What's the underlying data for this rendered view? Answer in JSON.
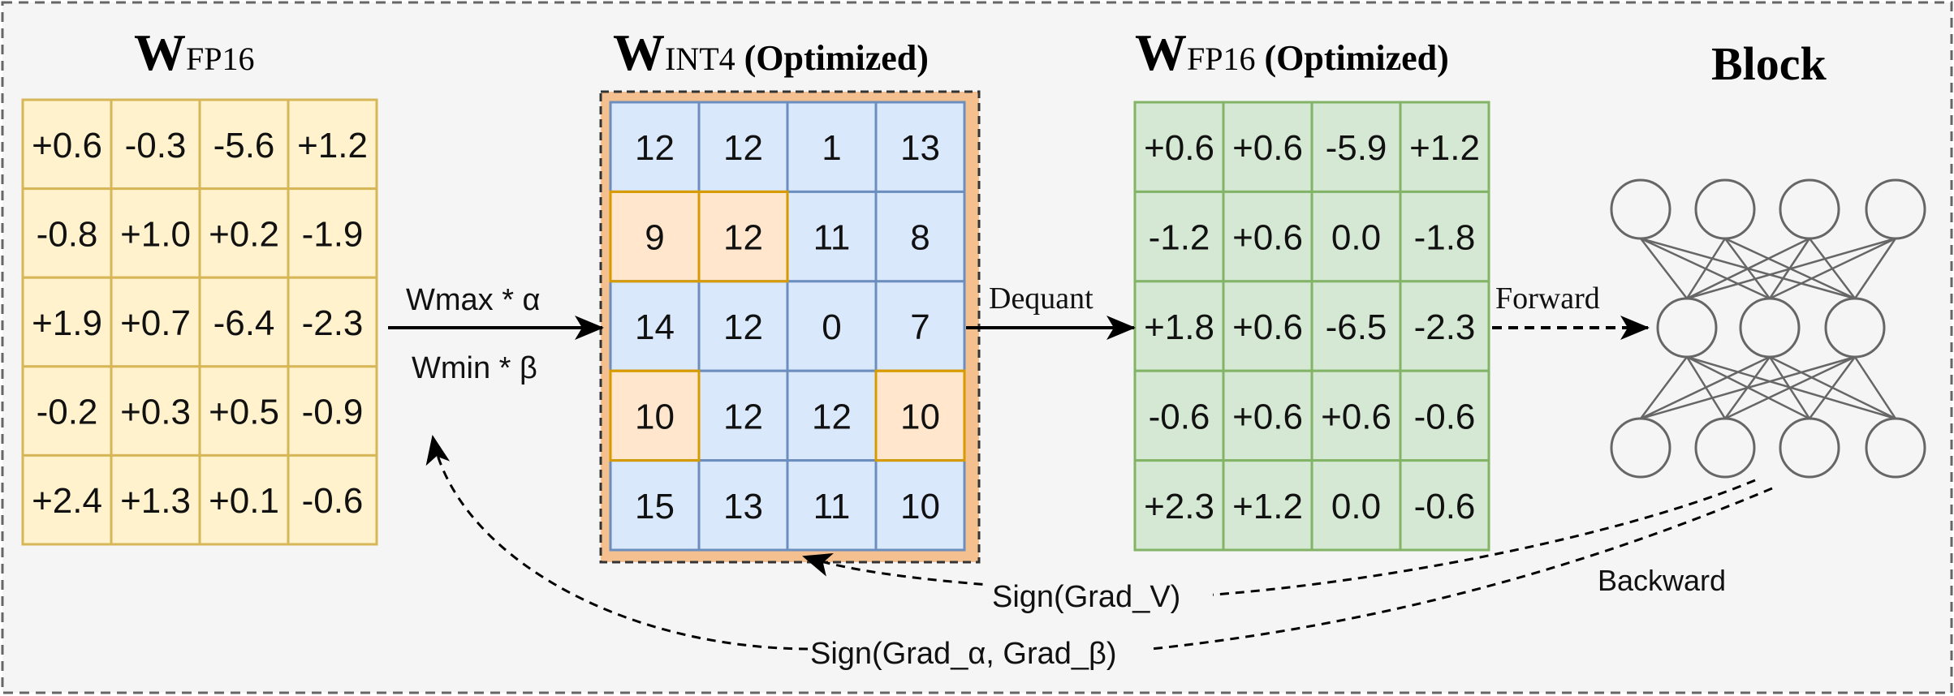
{
  "titles": {
    "fp16": {
      "main": "W",
      "sub": "FP16",
      "suffix": ""
    },
    "int4": {
      "main": "W",
      "sub": "INT4",
      "suffix": " (Optimized)"
    },
    "fp16_opt": {
      "main": "W",
      "sub": "FP16",
      "suffix": " (Optimized)"
    },
    "block": "Block"
  },
  "matrices": {
    "fp16": [
      [
        "+0.6",
        "-0.3",
        "-5.6",
        "+1.2"
      ],
      [
        "-0.8",
        "+1.0",
        "+0.2",
        "-1.9"
      ],
      [
        "+1.9",
        "+0.7",
        "-6.4",
        "-2.3"
      ],
      [
        "-0.2",
        "+0.3",
        "+0.5",
        "-0.9"
      ],
      [
        "+2.4",
        "+1.3",
        "+0.1",
        "-0.6"
      ]
    ],
    "int4": [
      [
        "12",
        "12",
        "1",
        "13"
      ],
      [
        "9",
        "12",
        "11",
        "8"
      ],
      [
        "14",
        "12",
        "0",
        "7"
      ],
      [
        "10",
        "12",
        "12",
        "10"
      ],
      [
        "15",
        "13",
        "11",
        "10"
      ]
    ],
    "int4_highlighted": [
      [
        1,
        0
      ],
      [
        1,
        1
      ],
      [
        3,
        0
      ],
      [
        3,
        3
      ]
    ],
    "fp16_opt": [
      [
        "+0.6",
        "+0.6",
        "-5.9",
        "+1.2"
      ],
      [
        "-1.2",
        "+0.6",
        "0.0",
        "-1.8"
      ],
      [
        "+1.8",
        "+0.6",
        "-6.5",
        "-2.3"
      ],
      [
        "-0.6",
        "+0.6",
        "+0.6",
        "-0.6"
      ],
      [
        "+2.3",
        "+1.2",
        "0.0",
        "-0.6"
      ]
    ]
  },
  "labels": {
    "wmax": "Wmax * α",
    "wmin": "Wmin * β",
    "dequant": "Dequant",
    "forward": "Forward",
    "backward": "Backward",
    "sign_grad_v": "Sign(Grad_V)",
    "sign_grad_ab": "Sign(Grad_α, Grad_β)"
  },
  "network": {
    "layers": [
      4,
      3,
      4
    ]
  },
  "colors": {
    "fp16_fill": "#fff2cc",
    "fp16_stroke": "#d6b656",
    "int4_fill": "#dae8fc",
    "int4_stroke": "#6c8ebf",
    "int4_highlight_fill": "#ffe6cc",
    "int4_highlight_stroke": "#d79b00",
    "int4_bg": "#f5c08f",
    "fp16_opt_fill": "#d5e8d4",
    "fp16_opt_stroke": "#82b366",
    "node_stroke": "#666666",
    "canvas_bg": "#f5f5f5"
  }
}
